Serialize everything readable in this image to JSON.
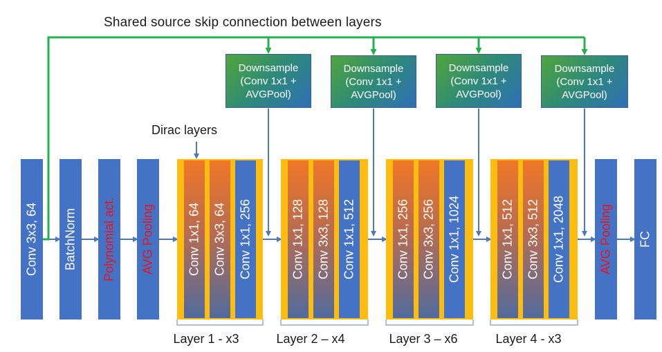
{
  "title": "Shared source skip connection between layers",
  "dirac_label": "Dirac layers",
  "blocks": {
    "conv_in": "Conv 3x3, 64",
    "batchnorm": "BatchNorm",
    "poly_act": "Polynomial act.",
    "avg_pool_1": "AVG Pooling",
    "avg_pool_2": "AVG Pooling",
    "fc": "FC"
  },
  "downsample": [
    {
      "line1": "Downsample",
      "line2": "(Conv 1x1 +",
      "line3": "AVGPool)"
    },
    {
      "line1": "Downsample",
      "line2": "(Conv 1x1 +",
      "line3": "AVGPool)"
    },
    {
      "line1": "Downsample",
      "line2": "(Conv 1x1 +",
      "line3": "AVGPool)"
    },
    {
      "line1": "Downsample",
      "line2": "(Conv 1x1 +",
      "line3": "AVGPool)"
    }
  ],
  "layers": [
    {
      "label": "Layer 1 - x3",
      "convs": [
        "Conv 1x1, 64",
        "Conv 3x3, 64",
        "Conv 1x1, 256"
      ]
    },
    {
      "label": "Layer 2 – x4",
      "convs": [
        "Conv 1x1, 128",
        "Conv 3x3, 128",
        "Conv 1x1, 512"
      ]
    },
    {
      "label": "Layer 3 – x6",
      "convs": [
        "Conv 1x1, 256",
        "Conv 3x3, 256",
        "Conv 1x1, 1024"
      ]
    },
    {
      "label": "Layer 4 - x3",
      "convs": [
        "Conv 1x1, 512",
        "Conv 3x3, 512",
        "Conv 1x1, 2048"
      ]
    }
  ],
  "colors": {
    "block_blue": "#4472c4",
    "group_yellow": "#fdbd10",
    "skip_green": "#22b14c",
    "arrow_blue": "#4a76c2",
    "red_text": "#e8141c"
  }
}
